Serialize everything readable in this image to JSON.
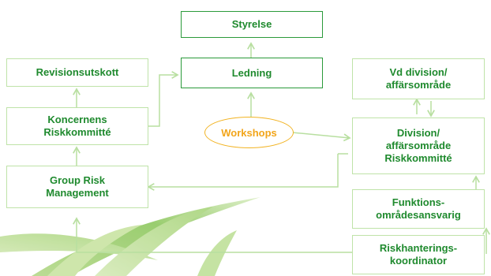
{
  "nodes": {
    "styrelse": "Styrelse",
    "ledning": "Ledning",
    "revisionsutskott": "Revisionsutskott",
    "koncernens_riskkommitte": "Koncernens\nRiskkommitté",
    "group_risk_management": "Group Risk\nManagement",
    "workshops": "Workshops",
    "vd_division": "Vd division/\naffärsområde",
    "division_riskkommitte": "Division/\naffärsområde\nRiskkommitté",
    "funktionsomradesansvarig": "Funktions-\nområdesansvarig",
    "riskhanteringskoordinator": "Riskhanterings-\nkoordinator"
  },
  "colors": {
    "text_green": "#1f8a2e",
    "border_green": "#2a9a3a",
    "border_light": "#bfe3a8",
    "arrow_light": "#b8dfa0",
    "workshop_orange": "#f2a51a"
  }
}
